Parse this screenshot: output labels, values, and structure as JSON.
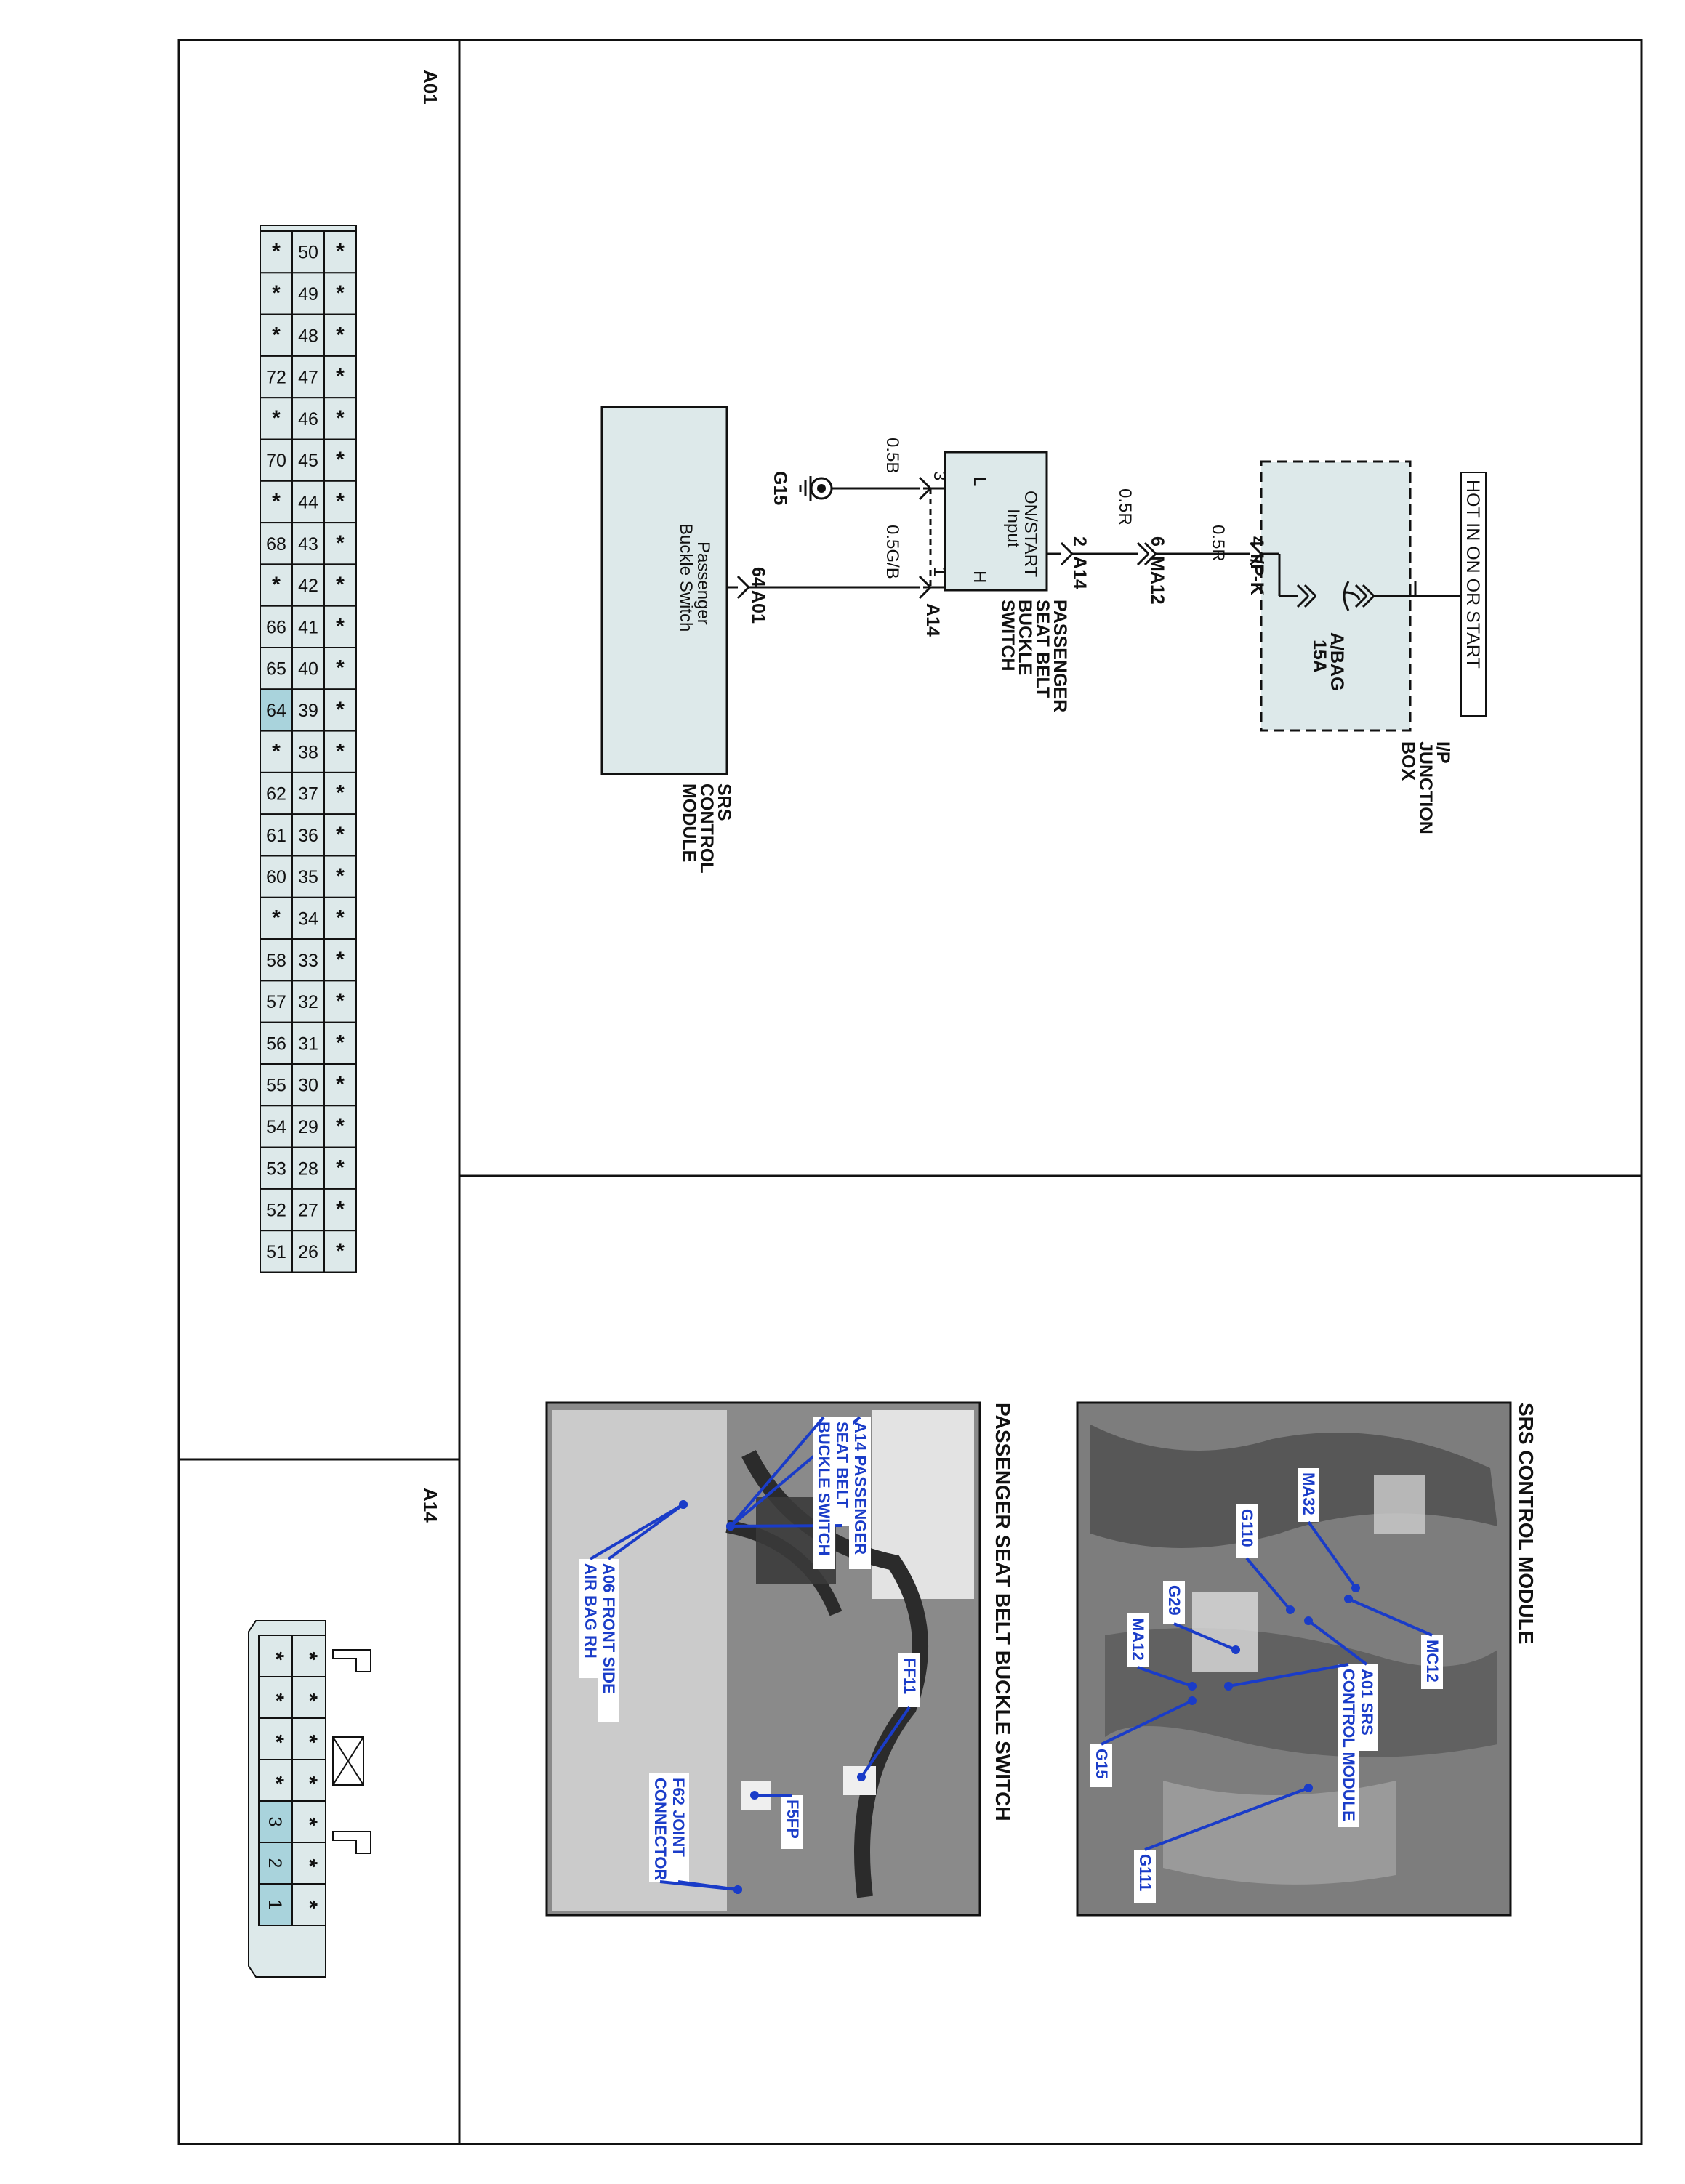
{
  "colors": {
    "line": "#111111",
    "box_fill": "#dde9ea",
    "pin_highlight": "#a9d3dc",
    "callout_blue": "#1a3cc8",
    "photo_bg": "#7d7d7d"
  },
  "panels": {
    "a01_title": "A01",
    "a14_title": "A14"
  },
  "a01_connector": {
    "top_row": [
      "*",
      "*",
      "*",
      "*",
      "*",
      "*",
      "*",
      "*",
      "*",
      "*",
      "*",
      "*",
      "*",
      "*",
      "*",
      "*",
      "*",
      "*",
      "*",
      "*",
      "*",
      "*",
      "*",
      "*",
      "*"
    ],
    "middle_row": [
      "50",
      "49",
      "48",
      "47",
      "46",
      "45",
      "44",
      "43",
      "42",
      "41",
      "40",
      "39",
      "38",
      "37",
      "36",
      "35",
      "34",
      "33",
      "32",
      "31",
      "30",
      "29",
      "28",
      "27",
      "26"
    ],
    "bottom_row": [
      "*",
      "*",
      "*",
      "72",
      "*",
      "70",
      "*",
      "68",
      "*",
      "66",
      "65",
      "64",
      "*",
      "62",
      "61",
      "60",
      "*",
      "58",
      "57",
      "56",
      "55",
      "54",
      "53",
      "52",
      "51"
    ],
    "highlighted_pin": "64"
  },
  "a14_connector": {
    "row1": [
      "*",
      "*",
      "*",
      "*",
      "*",
      "*",
      "*"
    ],
    "row2": [
      "*",
      "*",
      "*",
      "*",
      "3",
      "2",
      "1"
    ],
    "highlighted_pins": [
      "3",
      "2",
      "1"
    ]
  },
  "schematic": {
    "hot_label": "HOT IN ON OR START",
    "junction_box_label": [
      "I/P",
      "JUNCTION",
      "BOX"
    ],
    "fuse_name": "A/BAG",
    "fuse_rating": "15A",
    "ipk_pin": "4",
    "ipk_connector": "I/P-K",
    "wire_ipk": "0.5R",
    "ma12_pin": "6",
    "ma12_connector": "MA12",
    "wire_ma12": "0.5R",
    "a14_pin_top": "2",
    "a14_connector_top": "A14",
    "switch_inner_lines": [
      "ON/START",
      "Input"
    ],
    "switch_l": "L",
    "switch_h": "H",
    "switch_label": [
      "PASSENGER",
      "SEAT BELT",
      "BUCKLE",
      "SWITCH"
    ],
    "pin_3": "3",
    "pin_1": "1",
    "a14_connector_bottom": "A14",
    "wire_ground": "0.5B",
    "ground_name": "G15",
    "wire_signal": "0.5G/B",
    "a01_pin": "64",
    "a01_connector": "A01",
    "module_inner_lines": [
      "Passenger",
      "Buckle Switch"
    ],
    "module_label": [
      "SRS",
      "CONTROL",
      "MODULE"
    ]
  },
  "photos": {
    "srs_title": "SRS CONTROL MODULE",
    "srs_callouts": [
      "MC12",
      "MA32",
      "A01 SRS",
      "CONTROL MODULE",
      "G110",
      "G29",
      "MA12",
      "G15",
      "G111"
    ],
    "buckle_title": "PASSENGER SEAT BELT BUCKLE SWITCH",
    "buckle_callouts": [
      "A14 PASSENGER",
      "SEAT BELT",
      "BUCKLE SWITCH",
      "A06 FRONT SIDE",
      "AIR BAG RH",
      "FF11",
      "F5FP",
      "F62 JOINT",
      "CONNECTOR"
    ]
  }
}
